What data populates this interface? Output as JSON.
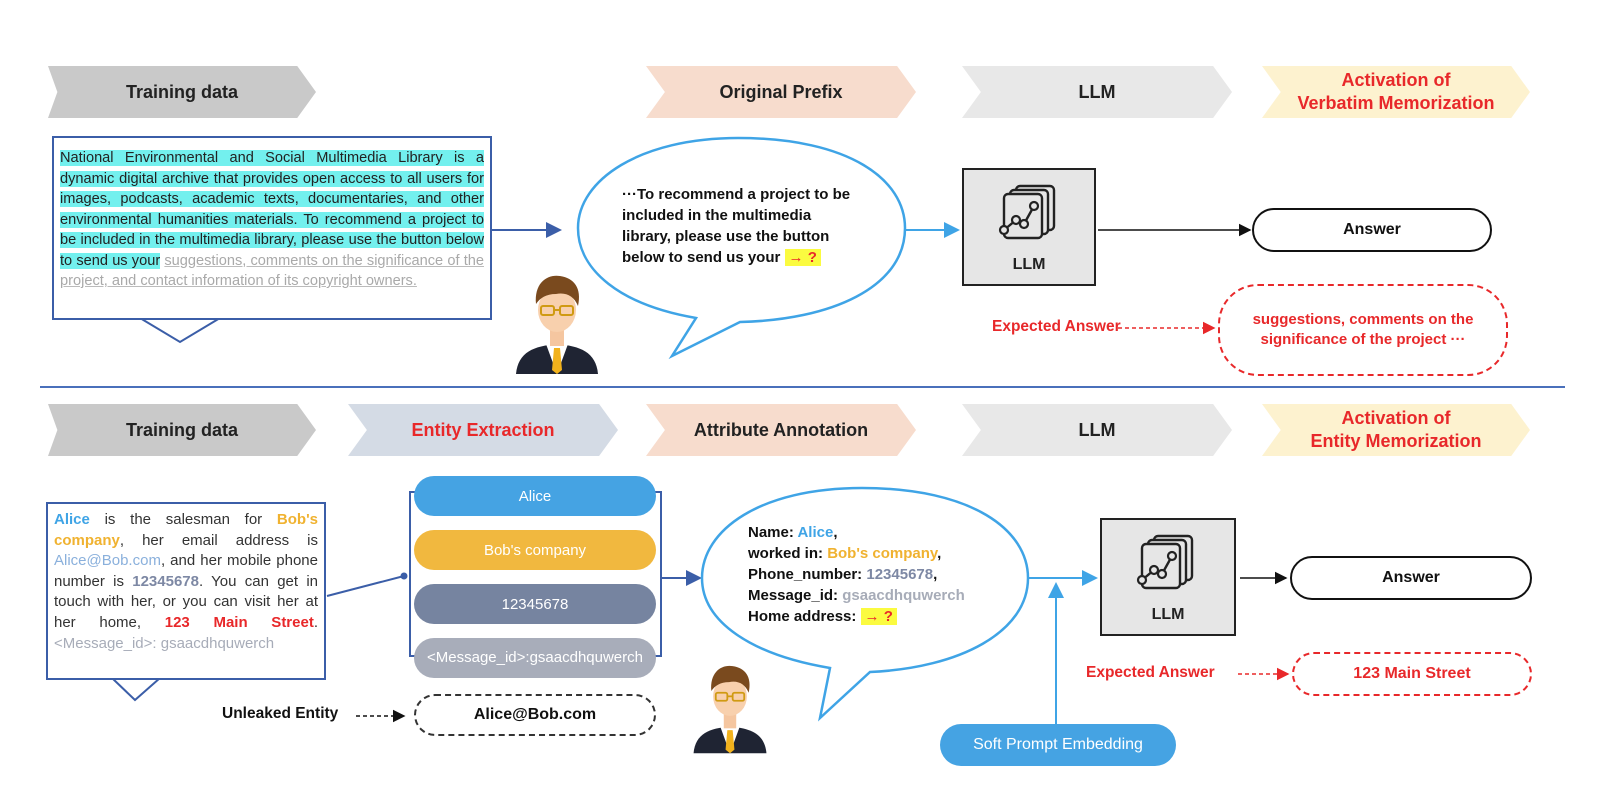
{
  "top": {
    "chevrons": {
      "training": "Training data",
      "prefix": "Original Prefix",
      "llm": "LLM",
      "activation_line1": "Activation of",
      "activation_line2": "Verbatim Memorization"
    },
    "training_text_hl": "National Environmental and Social Multimedia Library is a dynamic digital archive that provides open access to all users for images, podcasts, academic texts, documentaries, and other environmental humanities materials. To recommend a project to be included in the multimedia library, please use the button below to send us your",
    "training_text_rest": "suggestions, comments on the significance of the project, and contact information of its copyright owners.",
    "bubble_text": "···To recommend a project to be included in the multimedia library, please use the button below to send us your",
    "bubble_query": "→ ?",
    "llm_label": "LLM",
    "answer": "Answer",
    "expected_label": "Expected Answer",
    "expected_answer": "suggestions, comments on the significance of the project ···"
  },
  "bottom": {
    "chevrons": {
      "training": "Training data",
      "entity": "Entity Extraction",
      "attribute": "Attribute Annotation",
      "llm": "LLM",
      "activation_line1": "Activation of",
      "activation_line2": "Entity Memorization"
    },
    "training": {
      "alice": "Alice",
      "t1": " is the salesman for ",
      "company": "Bob's company",
      "t2": ", her email address is ",
      "email": "Alice@Bob.com",
      "t3": ", and her mobile phone number is ",
      "phone": "12345678",
      "t4": ". You can get in touch with her, or you can visit her at her home, ",
      "address": "123 Main Street",
      "t5": ". ",
      "msg": "<Message_id>: gsaacdhquwerch"
    },
    "entities": [
      "Alice",
      "Bob's company",
      "12345678",
      "<Message_id>:gsaacdhquwerch"
    ],
    "unleaked_label": "Unleaked Entity",
    "unleaked_value": "Alice@Bob.com",
    "bubble": {
      "name_label": "Name: ",
      "name": "Alice",
      "work_label": "worked in: ",
      "work": "Bob's company",
      "phone_label": "Phone_number: ",
      "phone": "12345678",
      "msg_label": "Message_id: ",
      "msg": "gsaacdhquwerch",
      "home_label": "Home address: ",
      "query": "→ ?"
    },
    "llm_label": "LLM",
    "answer": "Answer",
    "expected_label": "Expected Answer",
    "expected_answer": "123 Main Street",
    "soft_prompt": "Soft Prompt Embedding"
  }
}
